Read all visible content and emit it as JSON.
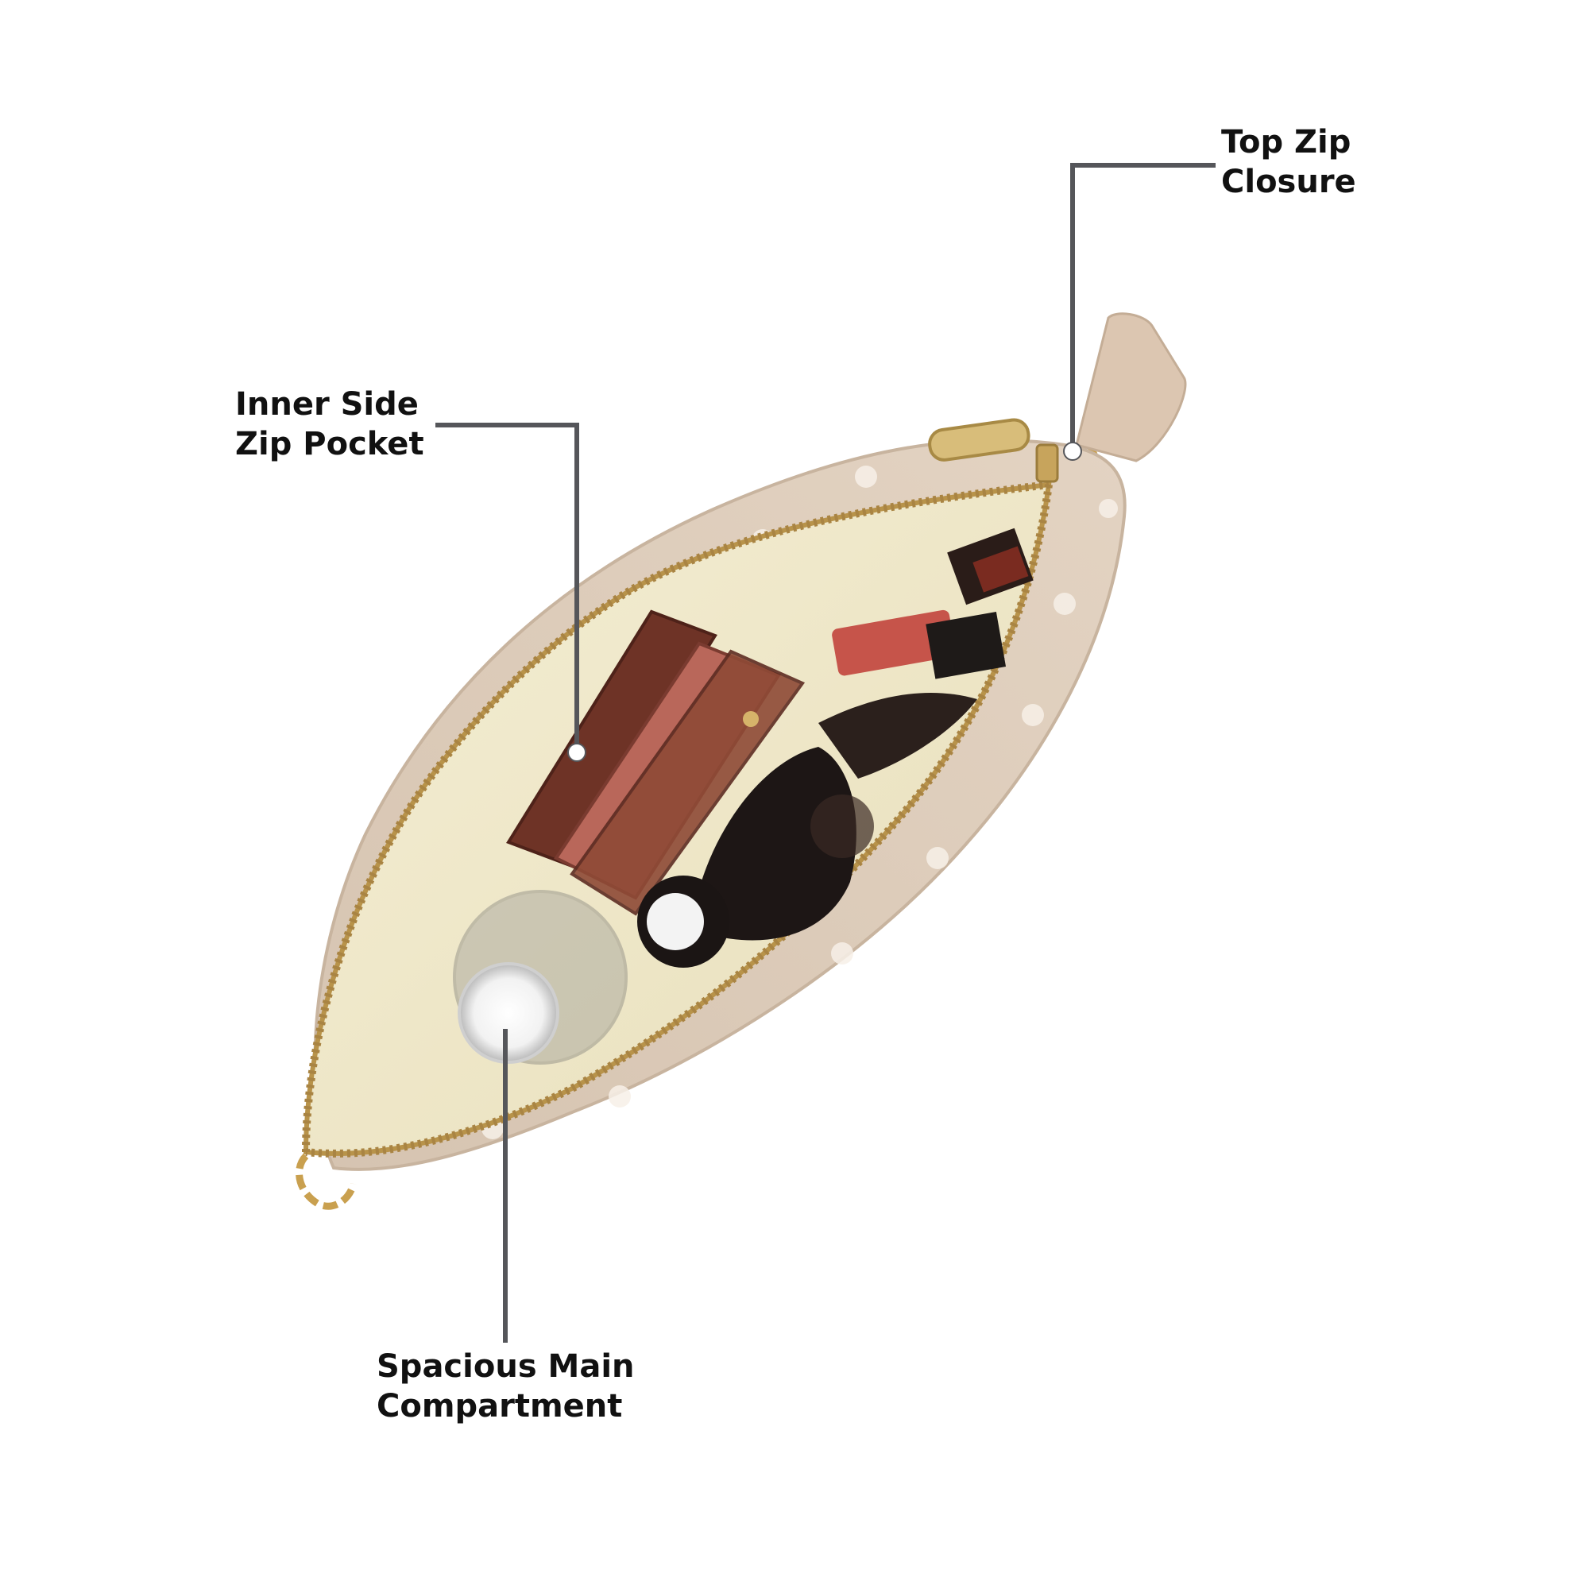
{
  "callouts": {
    "top_zip": {
      "line1": "Top Zip",
      "line2": "Closure"
    },
    "inner_pocket": {
      "line1": "Inner Side",
      "line2": "Zip Pocket"
    },
    "main_compartment": {
      "line1": "Spacious Main",
      "line2": "Compartment"
    }
  },
  "colors": {
    "leader_line": "#55565a",
    "marker_dot": "#ffffff",
    "bag_exterior": "#d9c8b6",
    "bag_lining": "#efe7c6",
    "zipper_gold": "#b8934a",
    "chain_gold": "#c9a04f"
  }
}
